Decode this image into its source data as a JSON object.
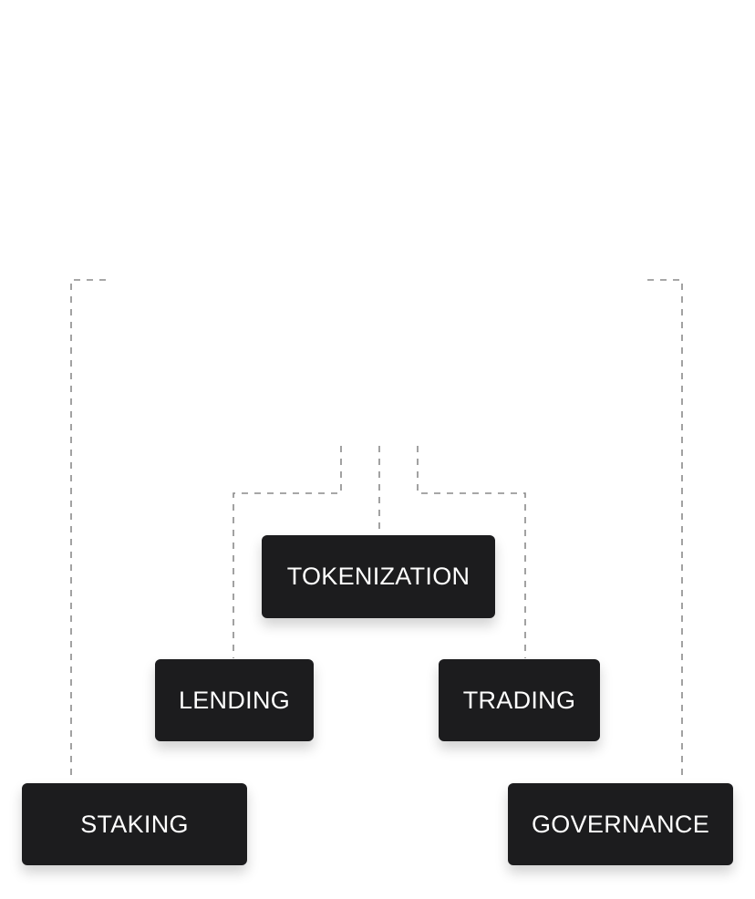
{
  "diagram": {
    "nodes": {
      "tokenization": "TOKENIZATION",
      "lending": "LENDING",
      "trading": "TRADING",
      "staking": "STAKING",
      "governance": "GOVERNANCE"
    },
    "colors": {
      "node_fill": "#1c1c1e",
      "node_text": "#ffffff",
      "connector": "#8a8a8a",
      "background": "#ffffff"
    },
    "connector_style": "dashed"
  }
}
